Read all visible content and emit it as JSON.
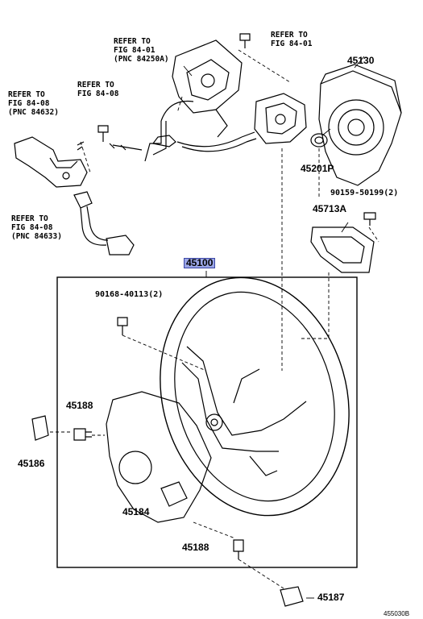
{
  "labels": {
    "ref_fig84_01_pnc": "REFER TO\nFIG 84-01\n(PNC 84250A)",
    "ref_fig84_01": "REFER TO\nFIG 84-01",
    "ref_fig84_08_pnc": "REFER TO\nFIG 84-08\n(PNC 84632)",
    "ref_fig84_08": "REFER TO\nFIG 84-08",
    "ref_fig84_08_pnc2": "REFER TO\nFIG 84-08\n(PNC 84633)",
    "p45130": "45130",
    "p45201p": "45201P",
    "p90159": "90159-50199(2)",
    "p45713a": "45713A",
    "p45100": "45100",
    "p90168": "90168-40113(2)",
    "p45188a": "45188",
    "p45186": "45186",
    "p45184": "45184",
    "p45188b": "45188",
    "p45187": "45187",
    "fig_code": "455030B"
  },
  "colors": {
    "highlight": "#9aa5e6",
    "ink": "#000000"
  }
}
